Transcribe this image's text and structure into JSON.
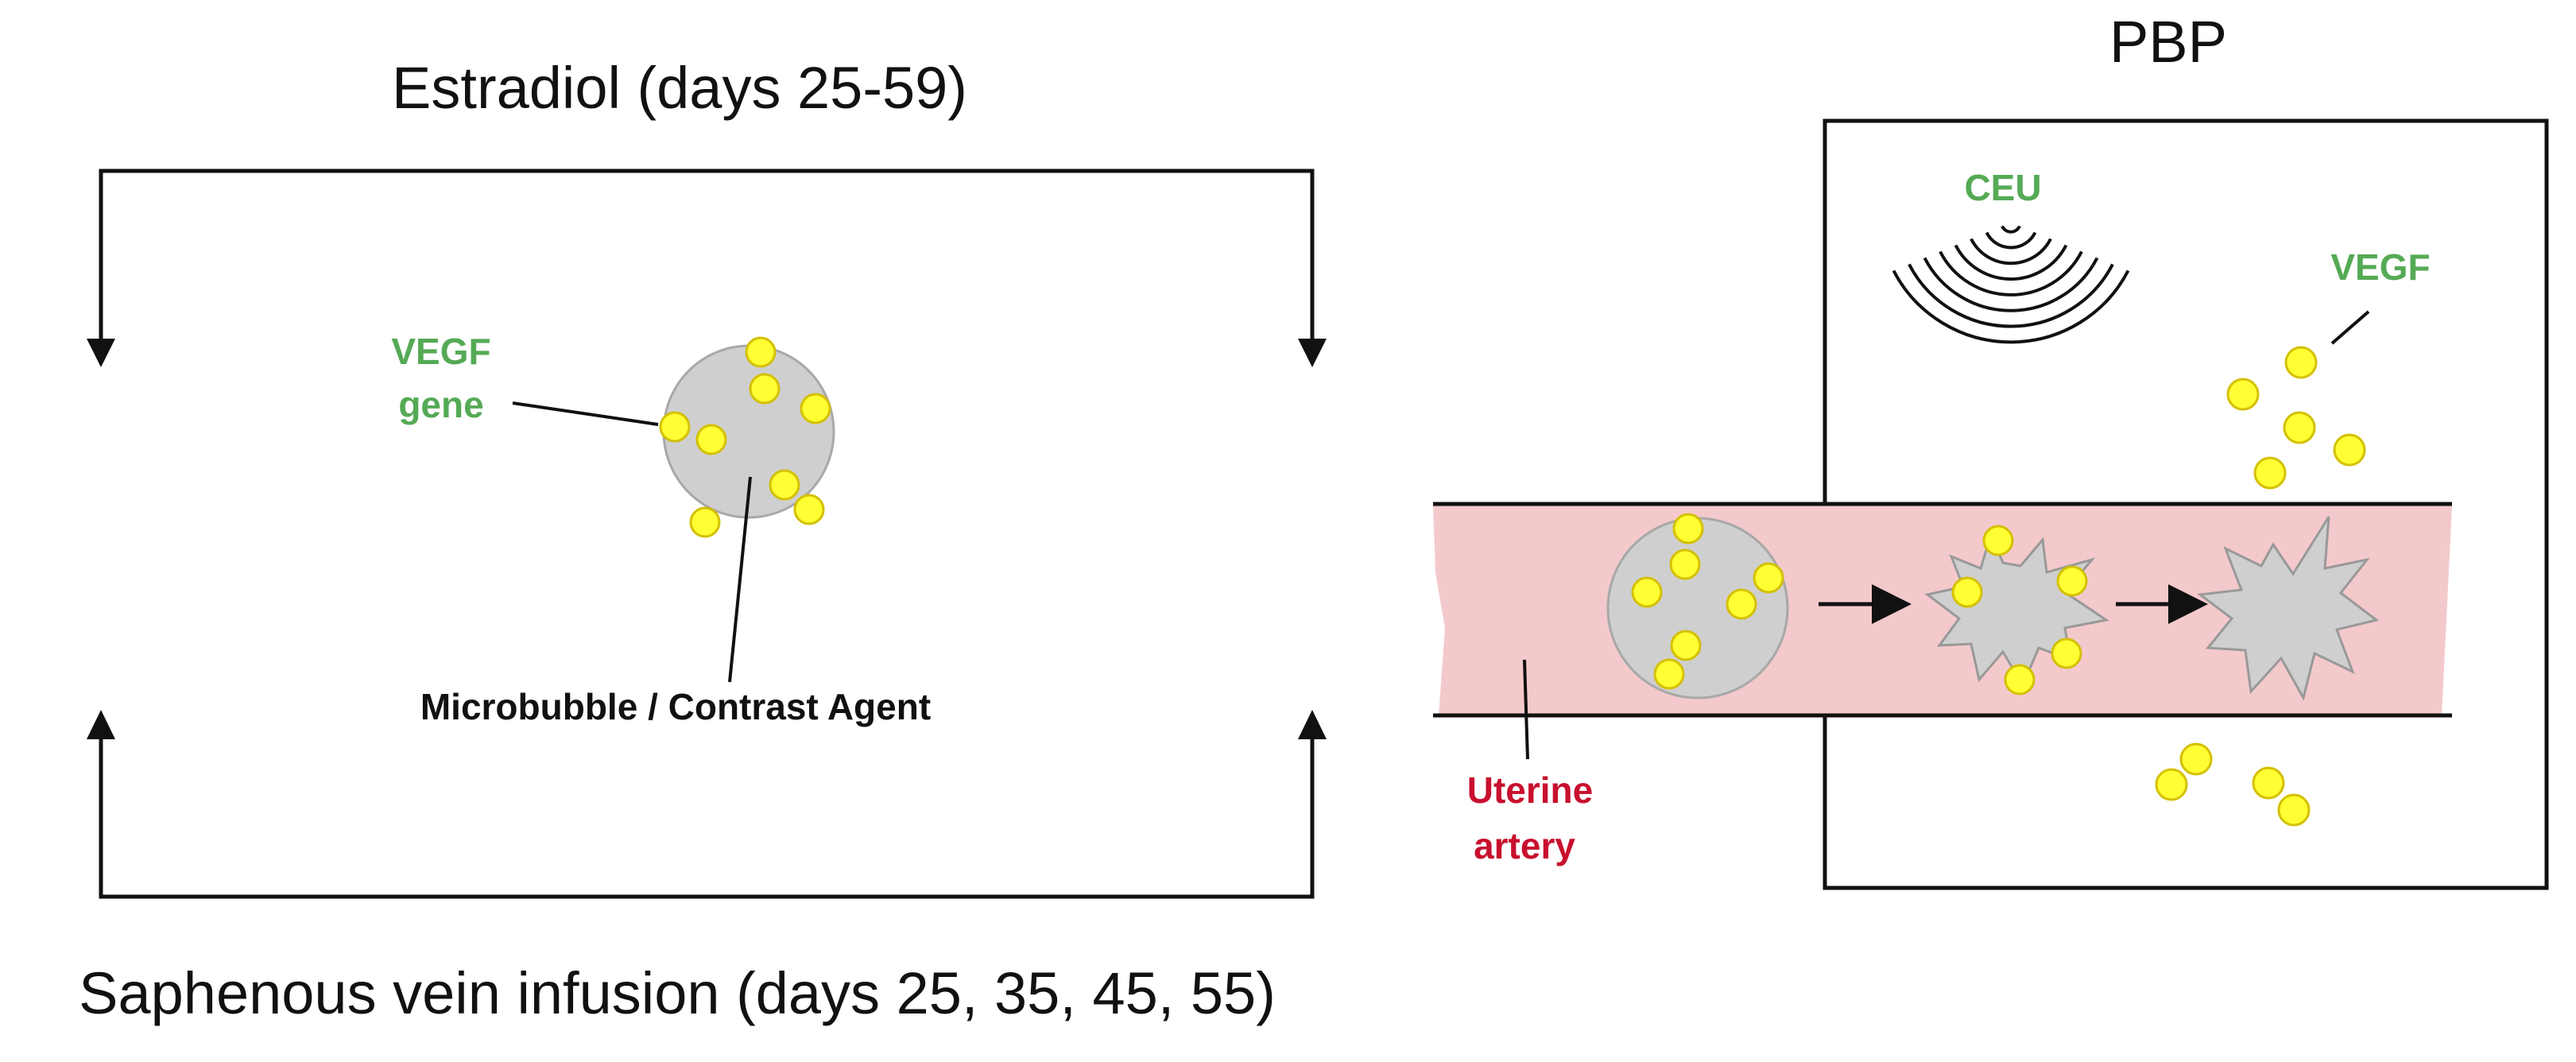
{
  "left_panel": {
    "top_label": "Estradiol (days 25-59)",
    "bottom_label": "Saphenous vein infusion (days 25, 35, 45, 55)",
    "gene_label_line1": "VEGF",
    "gene_label_line2": "gene",
    "bubble_label": "Microbubble / Contrast Agent"
  },
  "right_panel": {
    "title": "PBP",
    "ultrasound_label": "CEU",
    "released_label": "VEGF",
    "vessel_label_line1": "Uterine",
    "vessel_label_line2": "artery"
  },
  "colors": {
    "label_green": "#55aa55",
    "label_red": "#c8102e",
    "vessel_fill": "#f4c9cc",
    "bubble_fill": "#cfcfcf",
    "gene_dot": "#ffff33"
  }
}
